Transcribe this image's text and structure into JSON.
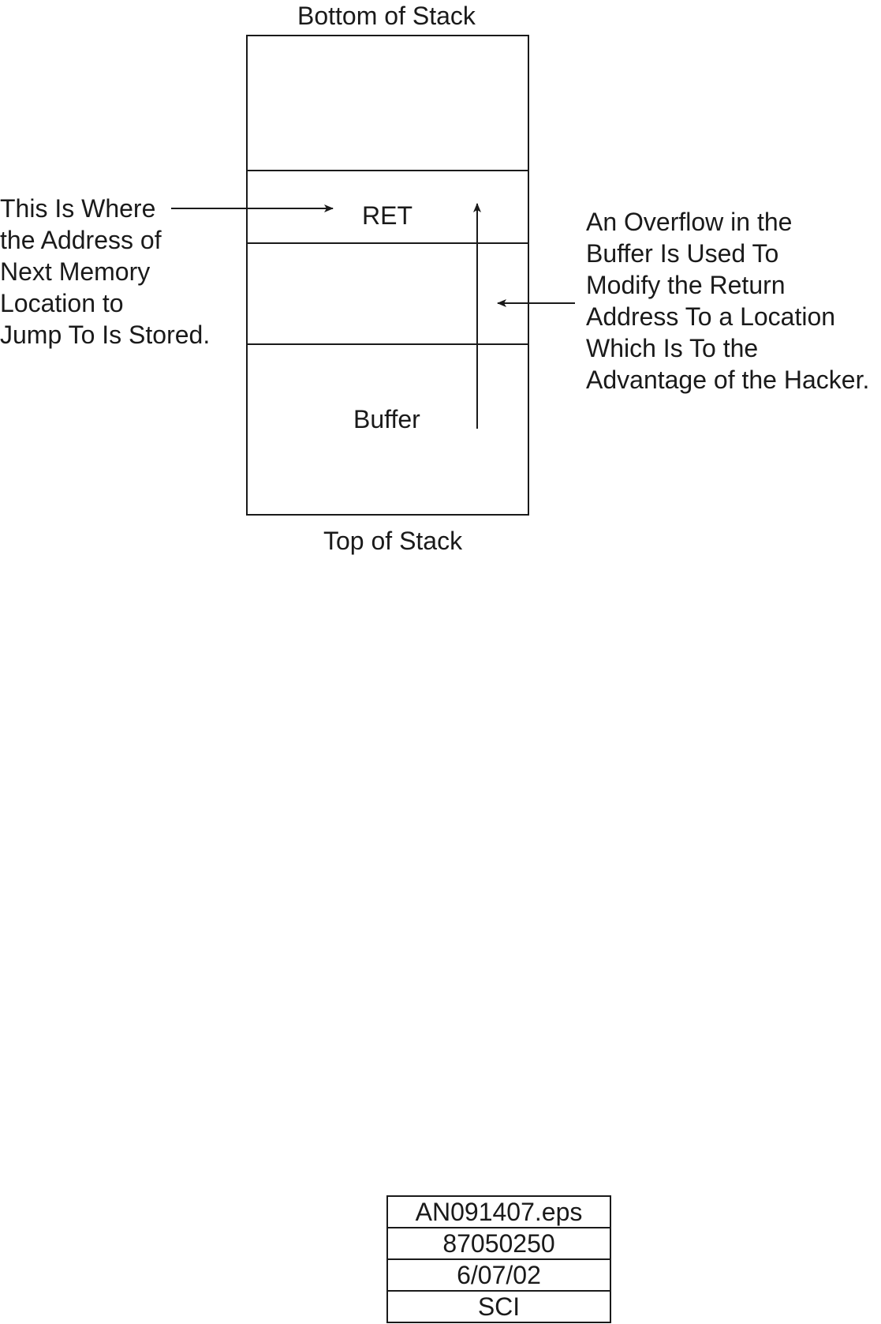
{
  "diagram": {
    "top_label": "Bottom of Stack",
    "bottom_label": "Top of Stack",
    "stack_cells": {
      "ret": "RET",
      "buffer": "Buffer"
    },
    "left_annotation": [
      "This Is Where",
      "the Address of",
      "Next Memory",
      "Location to",
      "Jump To Is Stored."
    ],
    "right_annotation": [
      "An Overflow in the",
      "Buffer Is Used To",
      "Modify the Return",
      "Address To a Location",
      "Which Is To the",
      "Advantage of the Hacker."
    ]
  },
  "file_stamp": {
    "rows": [
      "AN091407.eps",
      "87050250",
      "6/07/02",
      "SCI"
    ]
  }
}
